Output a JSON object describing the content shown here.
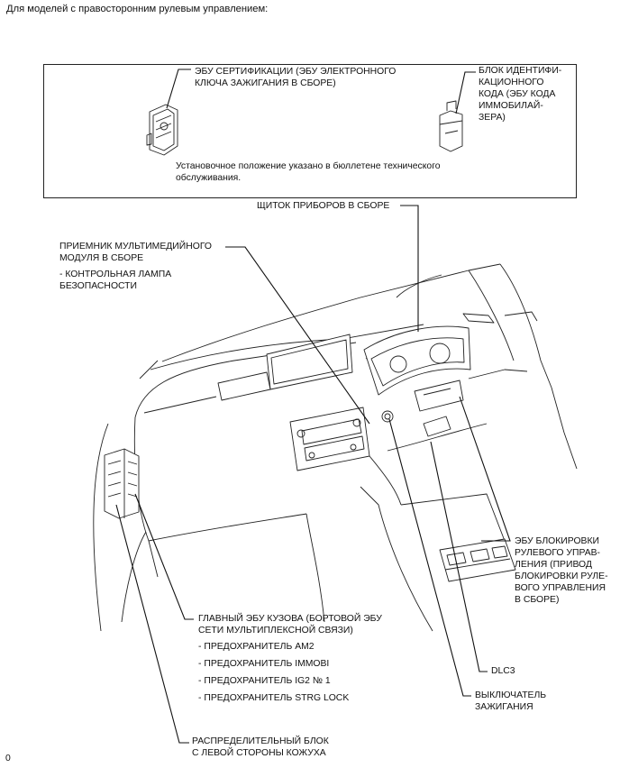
{
  "heading": "Для моделей с правосторонним рулевым управлением:",
  "box": {
    "certification_ecu": [
      "ЭБУ СЕРТИФИКАЦИИ (ЭБУ ЭЛЕКТРОННОГО",
      "КЛЮЧА ЗАЖИГАНИЯ В СБОРЕ)"
    ],
    "id_code_box": [
      "БЛОК ИДЕНТИФИ-",
      "КАЦИОННОГО",
      "КОДА (ЭБУ КОДА",
      "ИММОБИЛАЙ-",
      "ЗЕРА)"
    ],
    "note": [
      "Установочное положение указано в бюллетене технического",
      "обслуживания."
    ]
  },
  "labels": {
    "combination_meter": "ЩИТОК ПРИБОРОВ В СБОРЕ",
    "multimedia_receiver": [
      "ПРИЕМНИК МУЛЬТИМЕДИЙНОГО",
      "МОДУЛЯ В СБОРЕ"
    ],
    "security_indicator": [
      "- КОНТРОЛЬНАЯ ЛАМПА",
      "БЕЗОПАСНОСТИ"
    ],
    "steering_lock_ecu": [
      "ЭБУ БЛОКИРОВКИ",
      "РУЛЕВОГО УПРАВ-",
      "ЛЕНИЯ (ПРИВОД",
      "БЛОКИРОВКИ РУЛЕ-",
      "ВОГО УПРАВЛЕНИЯ",
      "В СБОРЕ)"
    ],
    "main_body_ecu": [
      "ГЛАВНЫЙ ЭБУ КУЗОВА (БОРТОВОЙ ЭБУ",
      "СЕТИ МУЛЬТИПЛЕКСНОЙ СВЯЗИ)"
    ],
    "fuses": [
      "- ПРЕДОХРАНИТЕЛЬ AM2",
      "- ПРЕДОХРАНИТЕЛЬ IMMOBI",
      "- ПРЕДОХРАНИТЕЛЬ IG2 № 1",
      "- ПРЕДОХРАНИТЕЛЬ STRG LOCK"
    ],
    "dlc3": "DLC3",
    "ignition_switch": [
      "ВЫКЛЮЧАТЕЛЬ",
      "ЗАЖИГАНИЯ"
    ],
    "junction_block": [
      "РАСПРЕДЕЛИТЕЛЬНЫЙ БЛОК",
      "С ЛЕВОЙ СТОРОНЫ КОЖУХА"
    ]
  },
  "corner_mark": "0"
}
